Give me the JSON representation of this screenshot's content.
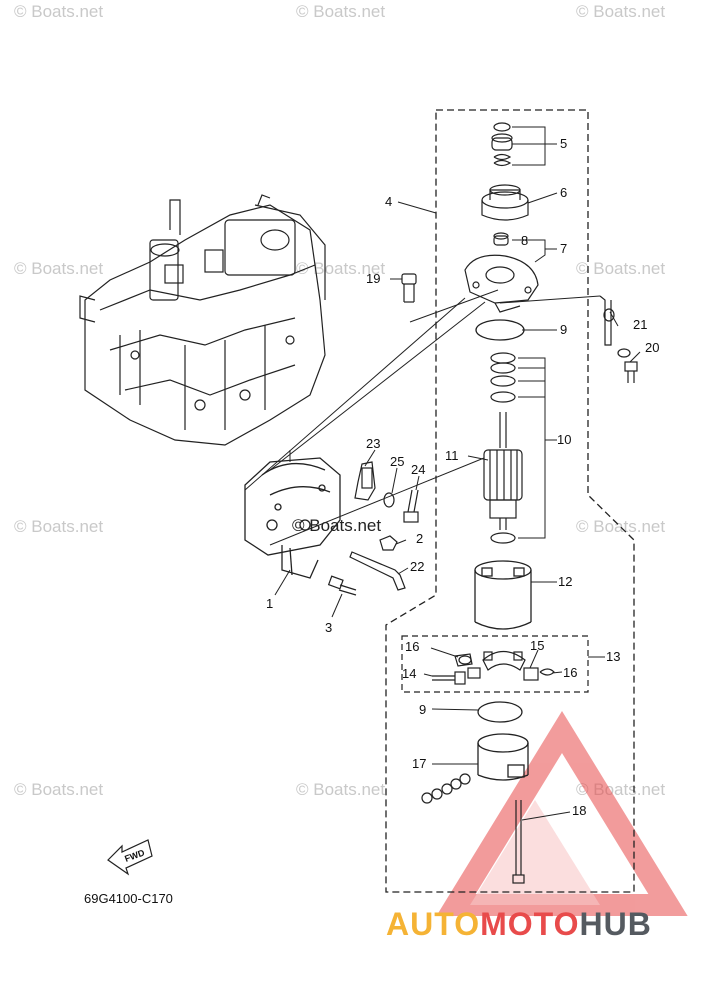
{
  "watermark": "© Boats.net",
  "center_watermark": "© Boats.net",
  "diagram_code": "69G4100-C170",
  "fwd_label": "FWD",
  "brand": {
    "part1": "AUTO",
    "part2": "MOTO",
    "part3": "HUB"
  },
  "callouts": [
    "1",
    "2",
    "3",
    "4",
    "5",
    "6",
    "7",
    "8",
    "9",
    "10",
    "11",
    "12",
    "13",
    "14",
    "15",
    "16",
    "16",
    "17",
    "18",
    "19",
    "20",
    "21",
    "22",
    "23",
    "24",
    "25",
    "9"
  ],
  "colors": {
    "line": "#111111",
    "watermark": "#c9c9c9",
    "brand_yellow": "#f5b335",
    "brand_red": "#e84b4b",
    "brand_gray": "#555a60"
  }
}
